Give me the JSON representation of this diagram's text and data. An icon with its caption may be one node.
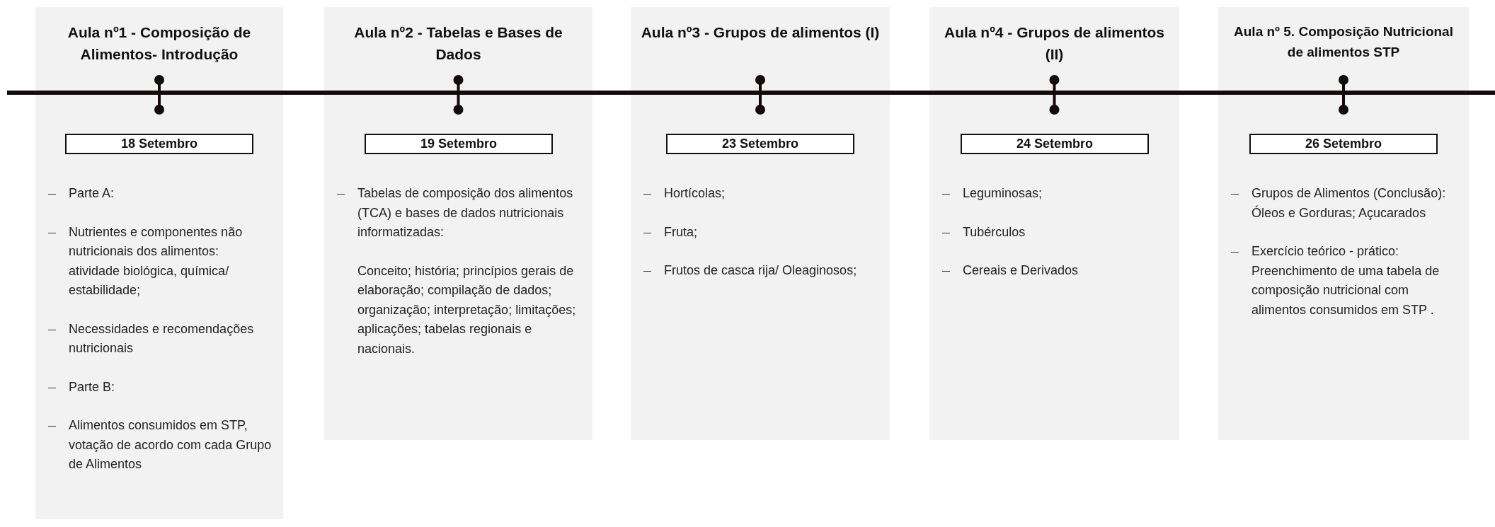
{
  "diagram": {
    "nodes": [
      {
        "text": [
          "Aula nº1 - Composição de Alimentos- Introdução",
          "Parte A:",
          "Nutrientes e componentes não nutricionais dos alimentos: atividade biológica, química/ estabilidade;",
          "Necessidades e recomendações nutricionais",
          "Parte B:",
          "Alimentos consumidos em STP, votação de acordo com cada Grupo de Alimentos"
        ]
      },
      {
        "text": [
          "18 Setembro"
        ],
        "in": 0
      },
      {
        "text": [
          "Aula nº2 - Tabelas e Bases de Dados",
          "Tabelas de composição dos alimentos (TCA) e bases de dados nutricionais informatizadas:",
          "Conceito; história; princípios gerais de elaboração; compilação de dados; organização; interpretação; limitações; aplicações; tabelas regionais e nacionais."
        ]
      },
      {
        "text": [
          "19 Setembro"
        ],
        "in": 2
      },
      {
        "text": [
          "Aula nº3 - Grupos de alimentos (I)",
          "Hortícolas;",
          "Fruta;",
          "Frutos de casca rija/ Oleaginosos;"
        ]
      },
      {
        "text": [
          "23 Setembro"
        ],
        "in": 4
      },
      {
        "text": [
          "Aula nº4 - Grupos de alimentos (II)",
          "Leguminosas;",
          "Tubérculos",
          "Cereais e Derivados"
        ]
      },
      {
        "text": [
          "24 Setembro"
        ],
        "in": 6
      },
      {
        "text": [
          "Aula nº 5. Composição Nutricional de alimentos STP",
          "Grupos de Alimentos (Conclusão): Óleos e Gorduras; Açucarados",
          "Exercício teórico - prático: Preenchimento de uma tabela de composição nutricional com alimentos consumidos em STP ."
        ]
      },
      {
        "text": [
          "26 Setembro"
        ],
        "in": 8
      }
    ],
    "edges": []
  }
}
